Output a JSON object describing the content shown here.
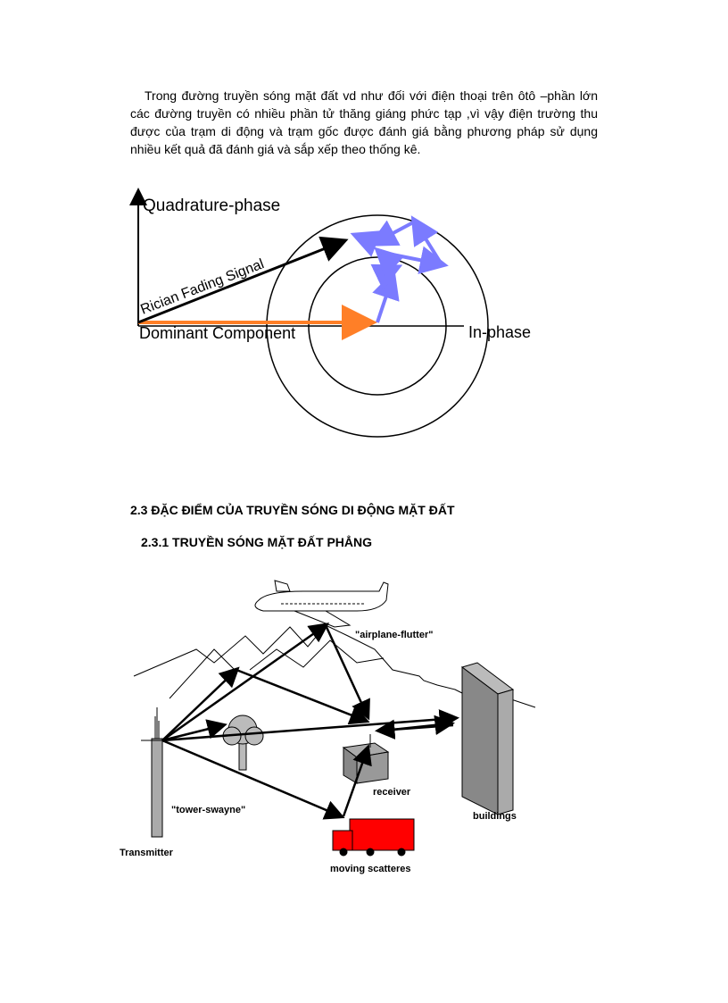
{
  "intro_paragraph": "Trong đường truyền sóng mặt đất  vd như đối với điện thoại trên ôtô –phần lớn các đường truyền có nhiều phần tử thăng giáng phức tạp ,vì vậy điện trường thu được của trạm di động và trạm gốc được đánh giá bằng phương pháp sử dụng nhiều kết quả đã đánh giá và sắp xếp theo thống kê.",
  "diagram1": {
    "label_quadrature": "Quadrature-phase",
    "label_rician": "Rician Fading Signal",
    "label_dominant": "Dominant Component",
    "label_inphase": "In-phase",
    "colors": {
      "dominant_arrow": "#ff7f27",
      "scatter_vectors": "#7b7bff",
      "axis": "#000000"
    }
  },
  "section_heading": "2.3 ĐẶC ĐIỂM CỦA TRUYỀN SÓNG DI ĐỘNG MẶT ĐẤT",
  "subsection_heading": "2.3.1  TRUYỀN SÓNG MẶT ĐẤT PHẲNG",
  "diagram2": {
    "label_airplane": "\"airplane-flutter\"",
    "label_tower": "\"tower-swayne\"",
    "label_transmitter": "Transmitter",
    "label_receiver": "receiver",
    "label_buildings": "buildings",
    "label_moving": "moving scatteres",
    "colors": {
      "truck": "#ff0000"
    }
  }
}
